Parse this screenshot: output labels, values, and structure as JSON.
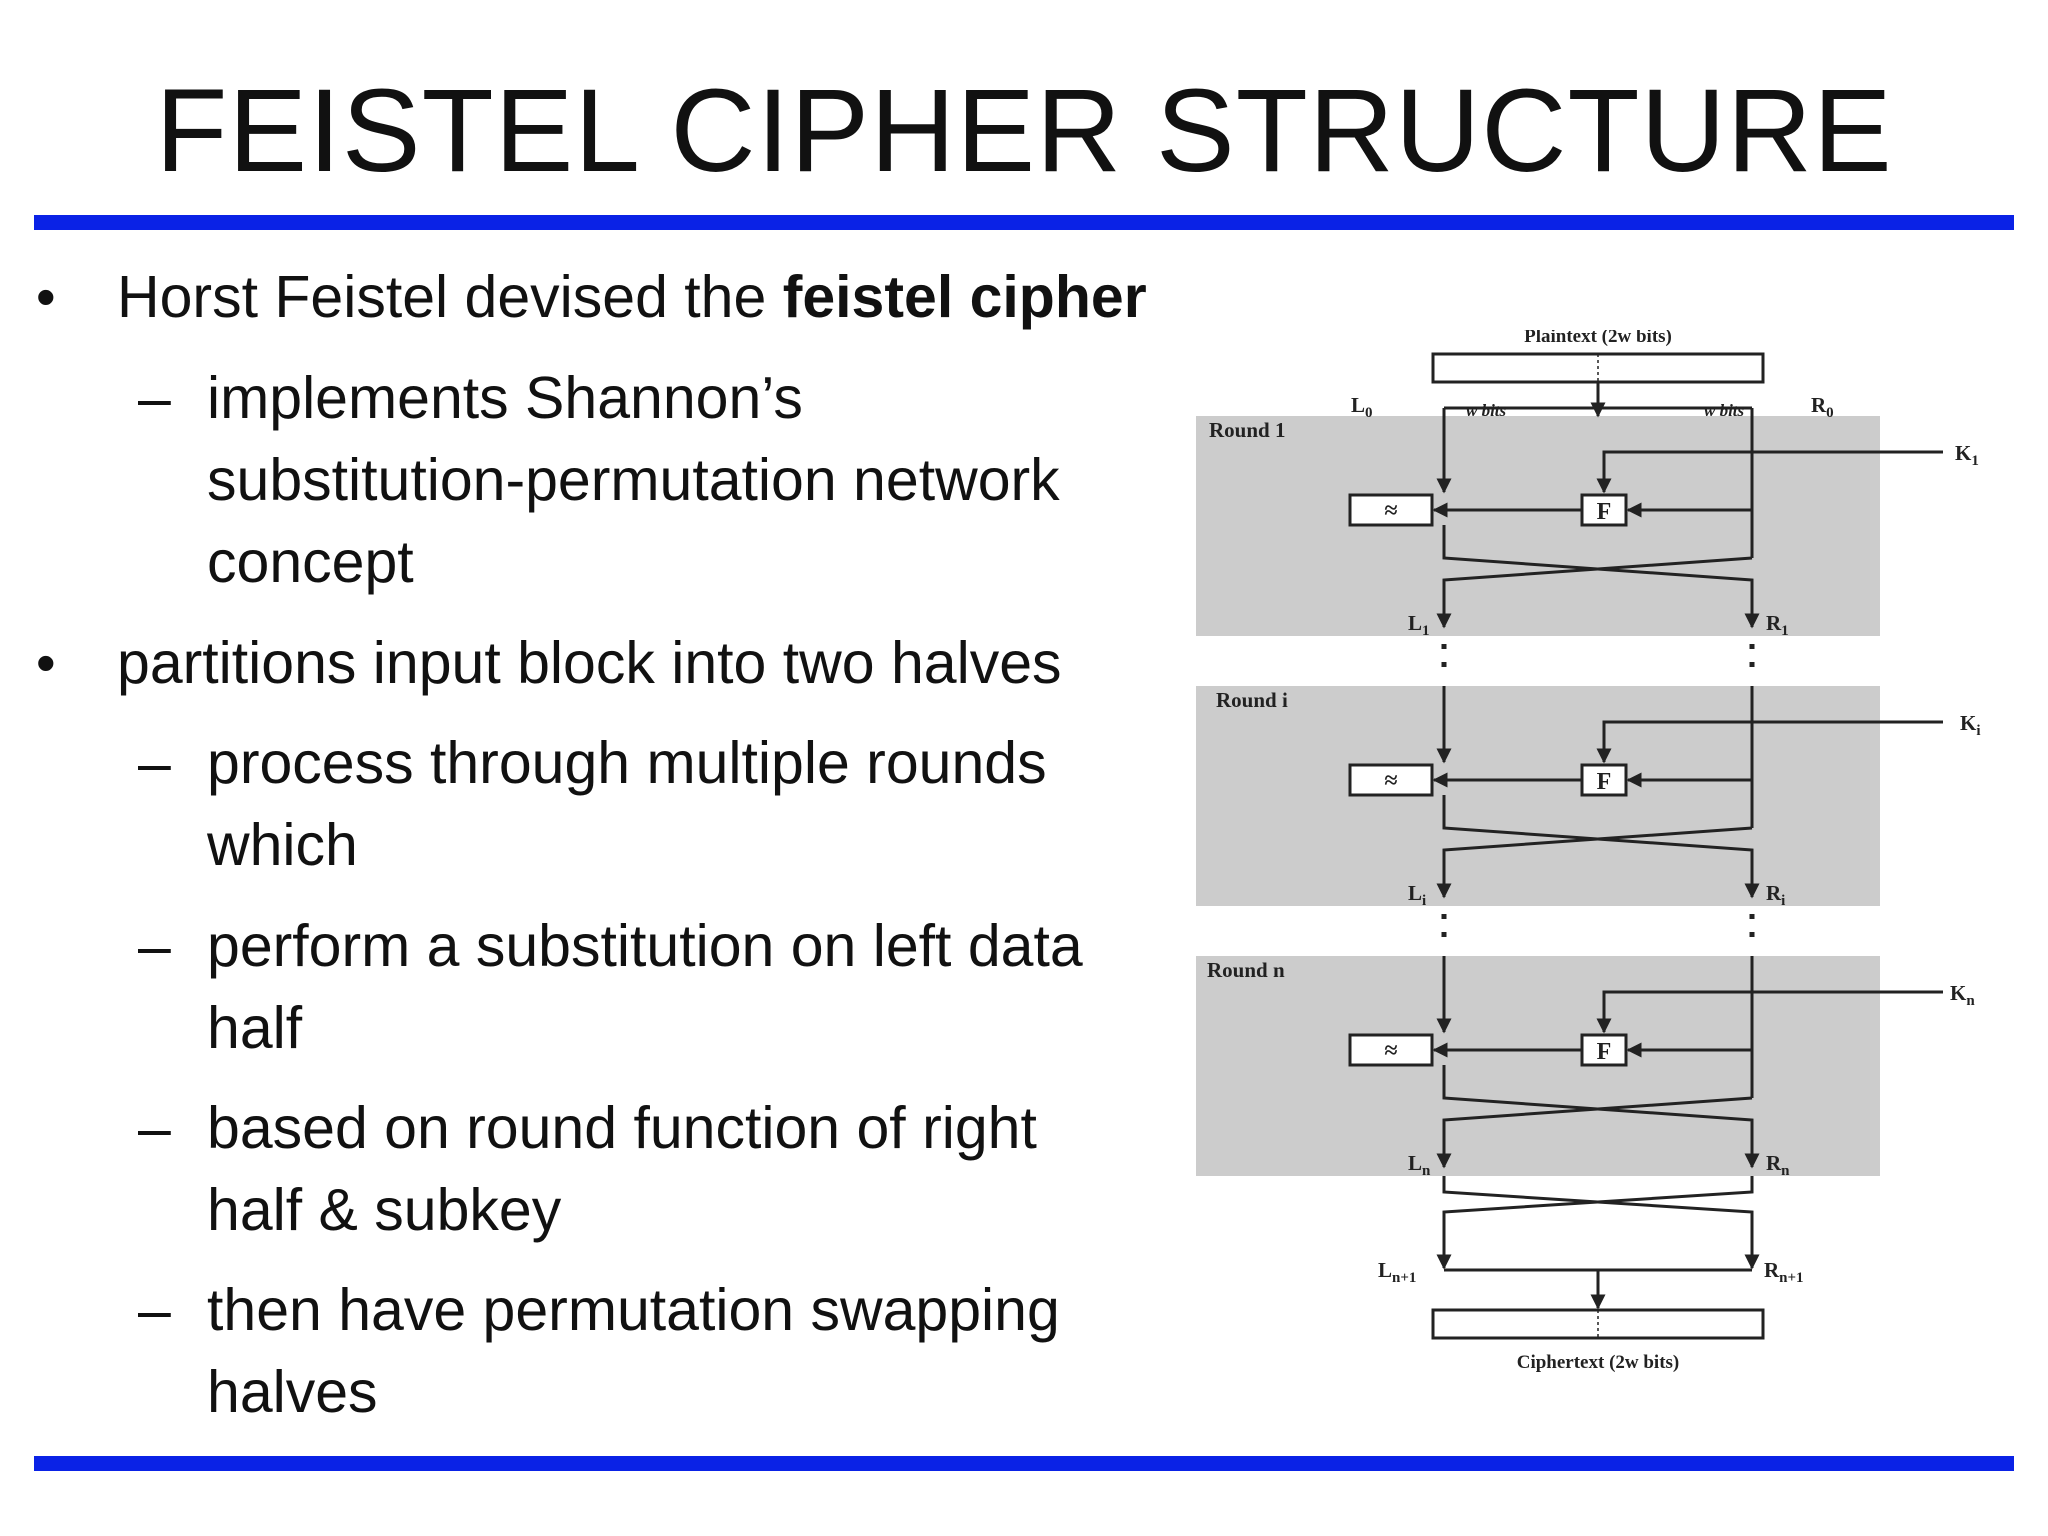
{
  "slide": {
    "title": "FEISTEL CIPHER STRUCTURE",
    "bullets": [
      {
        "level": 1,
        "marker": "•",
        "lines": [
          {
            "pre": "Horst Feistel devised the ",
            "bold": "feistel cipher"
          }
        ]
      },
      {
        "level": 2,
        "marker": "–",
        "lines": [
          {
            "pre": "implements Shannon’s"
          },
          {
            "pre": "substitution-permutation network"
          },
          {
            "pre": "concept"
          }
        ]
      },
      {
        "level": 1,
        "marker": "•",
        "lines": [
          {
            "pre": "partitions input block into two halves"
          }
        ]
      },
      {
        "level": 2,
        "marker": "–",
        "lines": [
          {
            "pre": "process through multiple rounds"
          },
          {
            "pre": "which"
          }
        ]
      },
      {
        "level": 2,
        "marker": "–",
        "lines": [
          {
            "pre": "perform a substitution on left data"
          },
          {
            "pre": "half"
          }
        ]
      },
      {
        "level": 2,
        "marker": "–",
        "lines": [
          {
            "pre": "based on round function of right"
          },
          {
            "pre": "half & subkey"
          }
        ]
      },
      {
        "level": 2,
        "marker": "–",
        "lines": [
          {
            "pre": "then have permutation swapping"
          },
          {
            "pre": "halves"
          }
        ]
      }
    ]
  },
  "diagram": {
    "plaintext": "Plaintext (2w bits)",
    "ciphertext": "Ciphertext (2w bits)",
    "w_bits": "w bits",
    "round_labels": [
      "Round 1",
      "Round i",
      "Round n"
    ],
    "xor_symbol": "≈",
    "f_label": "F",
    "colors": {
      "round_panel": "#cccccc",
      "rule": "#0a22e6",
      "wire": "#222222"
    },
    "rounds": [
      {
        "key": "K",
        "key_sub": "1",
        "left_in": "L",
        "left_in_sub": "0",
        "right_in": "R",
        "right_in_sub": "0",
        "left_out": "L",
        "left_out_sub": "1",
        "right_out": "R",
        "right_out_sub": "1"
      },
      {
        "key": "K",
        "key_sub": "i",
        "left_out": "L",
        "left_out_sub": "i",
        "right_out": "R",
        "right_out_sub": "i"
      },
      {
        "key": "K",
        "key_sub": "n",
        "left_out": "L",
        "left_out_sub": "n",
        "right_out": "R",
        "right_out_sub": "n"
      }
    ],
    "final": {
      "left": "L",
      "left_sub": "n+1",
      "right": "R",
      "right_sub": "n+1"
    }
  }
}
